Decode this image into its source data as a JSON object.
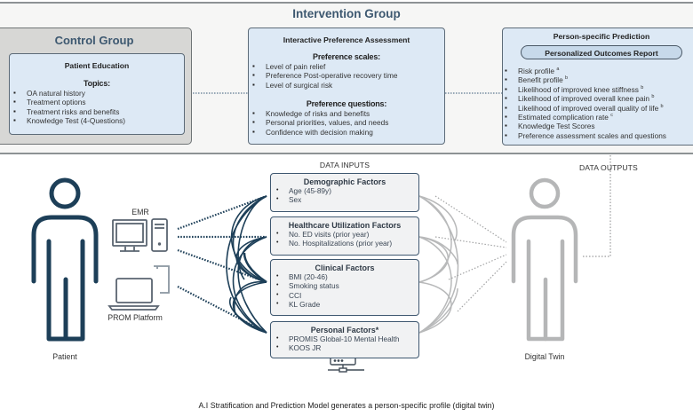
{
  "intervention_group": {
    "title": "Intervention Group"
  },
  "control_group": {
    "title": "Control Group",
    "patient_education": {
      "title": "Patient Education",
      "topics_heading": "Topics:",
      "topics": [
        "OA natural history",
        "Treatment options",
        "Treatment risks and benefits",
        "Knowledge Test (4-Questions)"
      ]
    }
  },
  "interactive_assessment": {
    "title": "Interactive Preference Assessment",
    "scales_heading": "Preference scales:",
    "scales": [
      "Level of pain relief",
      "Preference Post-operative recovery time",
      "Level of surgical risk"
    ],
    "questions_heading": "Preference questions:",
    "questions": [
      "Knowledge of risks and benefits",
      "Personal priorities, values, and needs",
      "Confidence with decision making"
    ]
  },
  "prediction": {
    "title": "Person-specific Prediction",
    "report_label": "Personalized Outcomes Report",
    "items": [
      {
        "text": "Risk profile",
        "sup": "a"
      },
      {
        "text": "Benefit profile",
        "sup": "b"
      },
      {
        "text": "Likelihood of improved knee stiffness",
        "sup": "b"
      },
      {
        "text": "Likelihood of improved overall knee pain",
        "sup": "b"
      },
      {
        "text": "Likelihood of improved overall quality of life",
        "sup": "b"
      },
      {
        "text": "Estimated complication rate",
        "sup": "c"
      },
      {
        "text": "Knowledge Test Scores",
        "sup": ""
      },
      {
        "text": "Preference assessment scales and questions",
        "sup": ""
      }
    ]
  },
  "bottom": {
    "data_inputs_label": "DATA INPUTS",
    "data_outputs_label": "DATA OUTPUTS",
    "patient_label": "Patient",
    "emr_label": "EMR",
    "prom_label": "PROM Platform",
    "digital_twin_label": "Digital Twin",
    "caption": "A.I Stratification and Prediction Model generates a person-specific profile (digital twin)",
    "input_boxes": [
      {
        "title": "Demographic Factors",
        "items": [
          "Age (45-89y)",
          "Sex"
        ]
      },
      {
        "title": "Healthcare Utilization Factors",
        "items": [
          "No. ED visits (prior year)",
          "No. Hospitalizations (prior year)"
        ]
      },
      {
        "title": "Clinical Factors",
        "items": [
          "BMI (20-46)",
          "Smoking status",
          "CCI",
          "KL Grade"
        ]
      },
      {
        "title": "Personal Factors*",
        "items": [
          "PROMIS Global-10 Mental Health",
          "KOOS JR"
        ]
      }
    ]
  },
  "colors": {
    "navy": "#1d3f58",
    "twin_gray": "#b5b6b7",
    "box_blue": "#dde9f5",
    "title_blue": "#3d5870"
  }
}
